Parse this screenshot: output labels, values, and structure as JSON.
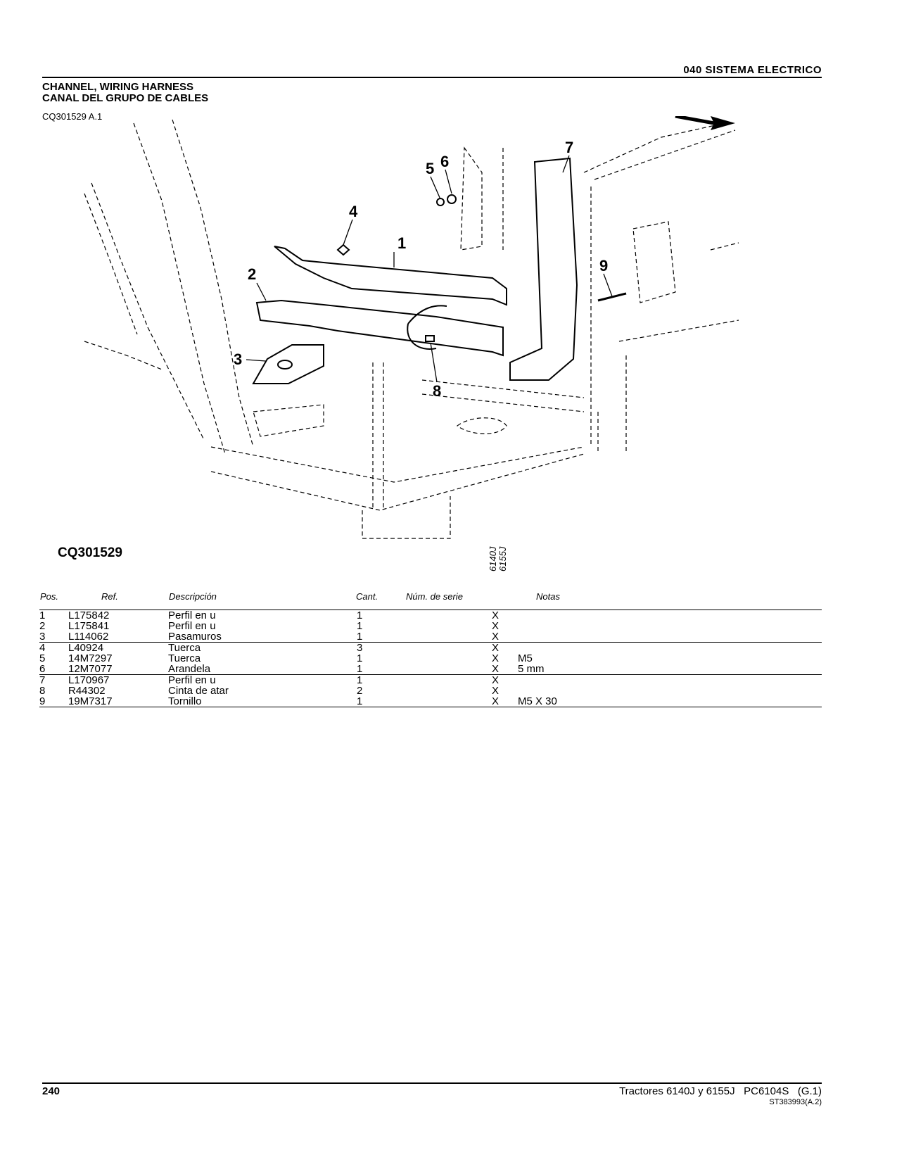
{
  "header": {
    "section": "040 SISTEMA ELECTRICO",
    "title_en": "CHANNEL, WIRING HARNESS",
    "title_es": "CANAL DEL GRUPO DE CABLES",
    "illustration_ref": "CQ301529 A.1"
  },
  "figure": {
    "code": "CQ301529",
    "callouts": [
      "1",
      "2",
      "3",
      "4",
      "5",
      "6",
      "7",
      "8",
      "9"
    ]
  },
  "table": {
    "headers": {
      "pos": "Pos.",
      "ref": "Ref.",
      "desc": "Descripción",
      "qty": "Cant.",
      "serial": "Núm. de serie",
      "model1": "6140J",
      "model2": "6155J",
      "notes": "Notas"
    },
    "rows": [
      {
        "pos": "1",
        "ref": "L175842",
        "desc": "Perfil en u",
        "qty": "1",
        "serial": "",
        "app": "X",
        "notes": ""
      },
      {
        "pos": "2",
        "ref": "L175841",
        "desc": "Perfil en u",
        "qty": "1",
        "serial": "",
        "app": "X",
        "notes": ""
      },
      {
        "pos": "3",
        "ref": "L114062",
        "desc": "Pasamuros",
        "qty": "1",
        "serial": "",
        "app": "X",
        "notes": ""
      },
      {
        "pos": "4",
        "ref": "L40924",
        "desc": "Tuerca",
        "qty": "3",
        "serial": "",
        "app": "X",
        "notes": ""
      },
      {
        "pos": "5",
        "ref": "14M7297",
        "desc": "Tuerca",
        "qty": "1",
        "serial": "",
        "app": "X",
        "notes": "M5"
      },
      {
        "pos": "6",
        "ref": "12M7077",
        "desc": "Arandela",
        "qty": "1",
        "serial": "",
        "app": "X",
        "notes": "5 mm"
      },
      {
        "pos": "7",
        "ref": "L170967",
        "desc": "Perfil en u",
        "qty": "1",
        "serial": "",
        "app": "X",
        "notes": ""
      },
      {
        "pos": "8",
        "ref": "R44302",
        "desc": "Cinta de atar",
        "qty": "2",
        "serial": "",
        "app": "X",
        "notes": ""
      },
      {
        "pos": "9",
        "ref": "19M7317",
        "desc": "Tornillo",
        "qty": "1",
        "serial": "",
        "app": "X",
        "notes": "M5 X 30"
      }
    ]
  },
  "footer": {
    "page": "240",
    "title": "Tractores 6140J y 6155J   PC6104S   (G.1)",
    "code": "ST383993(A.2)"
  }
}
